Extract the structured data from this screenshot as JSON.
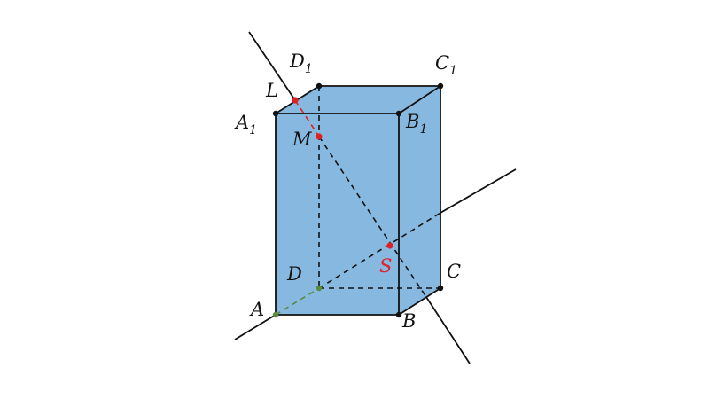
{
  "colors": {
    "face_fill": "#86b8e0",
    "edge": "#111111",
    "special_point": "#e02020",
    "hidden_segment_green": "#5a8a40"
  },
  "labels": {
    "A": "A",
    "B": "B",
    "C": "C",
    "D": "D",
    "A1_letter": "A",
    "A1_sub": "1",
    "B1_letter": "B",
    "B1_sub": "1",
    "C1_letter": "C",
    "C1_sub": "1",
    "D1_letter": "D",
    "D1_sub": "1",
    "L": "L",
    "M": "M",
    "S": "S"
  }
}
